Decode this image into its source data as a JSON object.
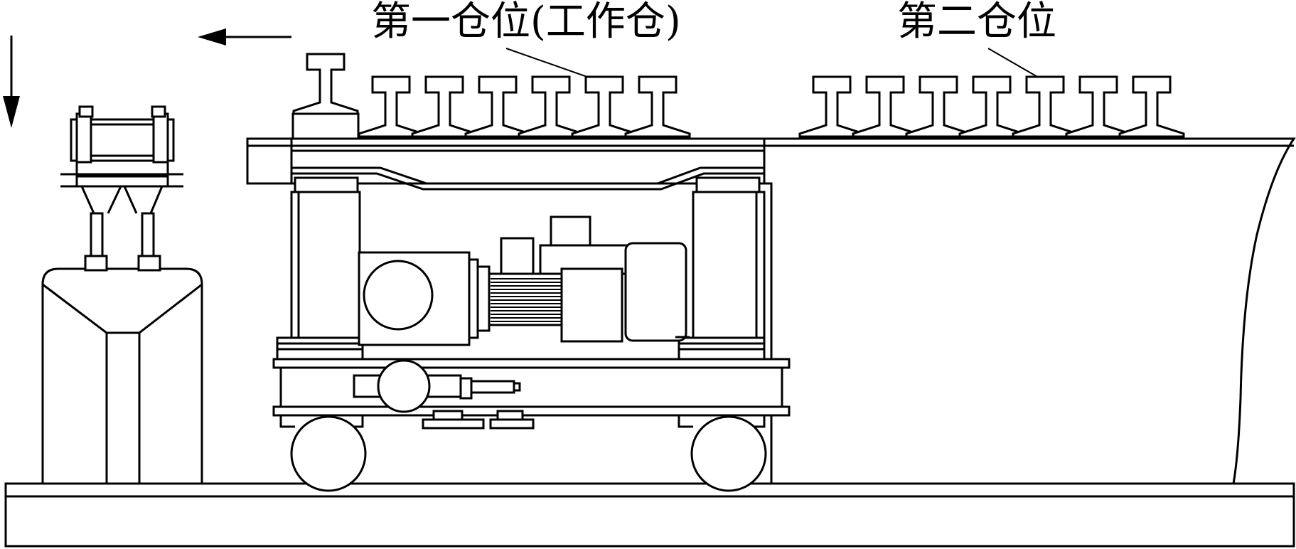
{
  "labels": {
    "bin_one": "第一仓位(工作仓)",
    "bin_two": "第二仓位"
  },
  "icons": {
    "left_arrow": "left-arrow-icon",
    "down_arrow": "down-arrow-icon"
  },
  "rails_bin_one": 6,
  "rails_bin_two": 7,
  "colors": {
    "line": "#000000",
    "background": "#ffffff"
  }
}
